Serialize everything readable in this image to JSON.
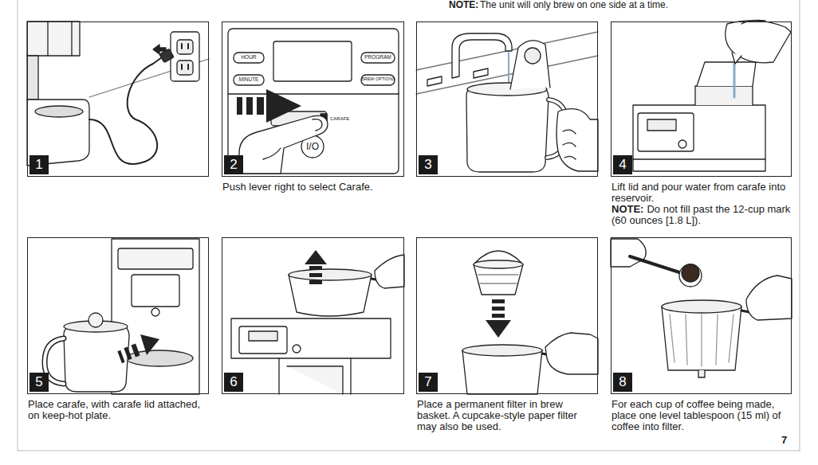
{
  "diagram": {
    "nodes": [
      {
        "text": [
          "1"
        ]
      },
      {
        "text": [
          "2",
          "Push lever right to select Carafe."
        ]
      },
      {
        "text": [
          "3"
        ]
      },
      {
        "text": [
          "4",
          "Lift lid and pour water from carafe into reservoir.",
          "NOTE:",
          "Do not fill past the 12-cup mark (60 ounces [1.8 L])."
        ]
      },
      {
        "text": [
          "5",
          "Place carafe, with carafe lid attached, on keep-hot plate."
        ]
      },
      {
        "text": [
          "6"
        ]
      },
      {
        "text": [
          "7",
          "Place a permanent filter in brew basket. A cupcake-style paper filter may also be used."
        ]
      },
      {
        "text": [
          "8",
          "For each cup of coffee being made, place one level tablespoon (15 ml) of coffee into filter."
        ]
      }
    ],
    "labels": [
      "NOTE:",
      "The unit will only brew on one side at a time.",
      "HOUR",
      "MINUTE",
      "PROGRAM",
      "BREW OPTIONS",
      "CARAFE",
      "I/O",
      "7"
    ]
  }
}
